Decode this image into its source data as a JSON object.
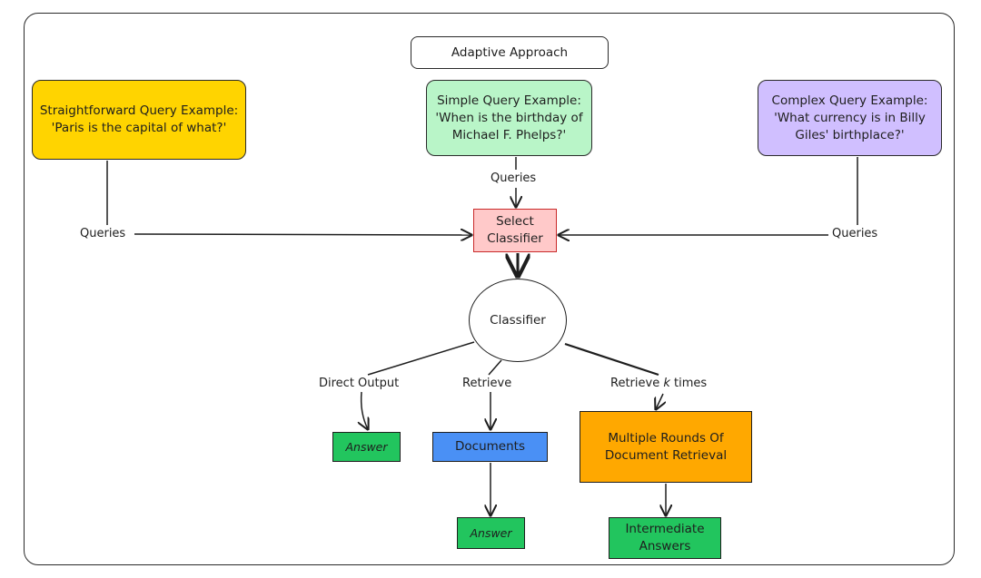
{
  "title": "Adaptive Approach",
  "examples": {
    "straightforward": "Straightforward Query Example: 'Paris is the capital of what?'",
    "simple": "Simple Query Example: 'When is the birthday of Michael F. Phelps?'",
    "complex": "Complex Query Example: 'What currency is in Billy Giles' birthplace?'"
  },
  "edge_labels": {
    "queries_left": "Queries",
    "queries_top": "Queries",
    "queries_right": "Queries",
    "direct_output": "Direct Output",
    "retrieve": "Retrieve",
    "retrieve_k_prefix": "Retrieve ",
    "retrieve_k_var": "k",
    "retrieve_k_suffix": " times"
  },
  "nodes": {
    "select_classifier": "Select Classifier",
    "classifier": "Classifier",
    "answer_direct": "Answer",
    "documents": "Documents",
    "answer_retrieve": "Answer",
    "multiple_rounds": "Multiple Rounds Of Document Retrieval",
    "intermediate_answers": "Intermediate Answers"
  },
  "colors": {
    "straightforward_fill": "#ffd400",
    "simple_fill": "#b9f5c8",
    "complex_fill": "#d0bfff",
    "select_fill": "#ffc9c9",
    "answer_fill": "#22c55e",
    "documents_fill": "#4a90f5",
    "multiple_fill": "#ffa800"
  }
}
